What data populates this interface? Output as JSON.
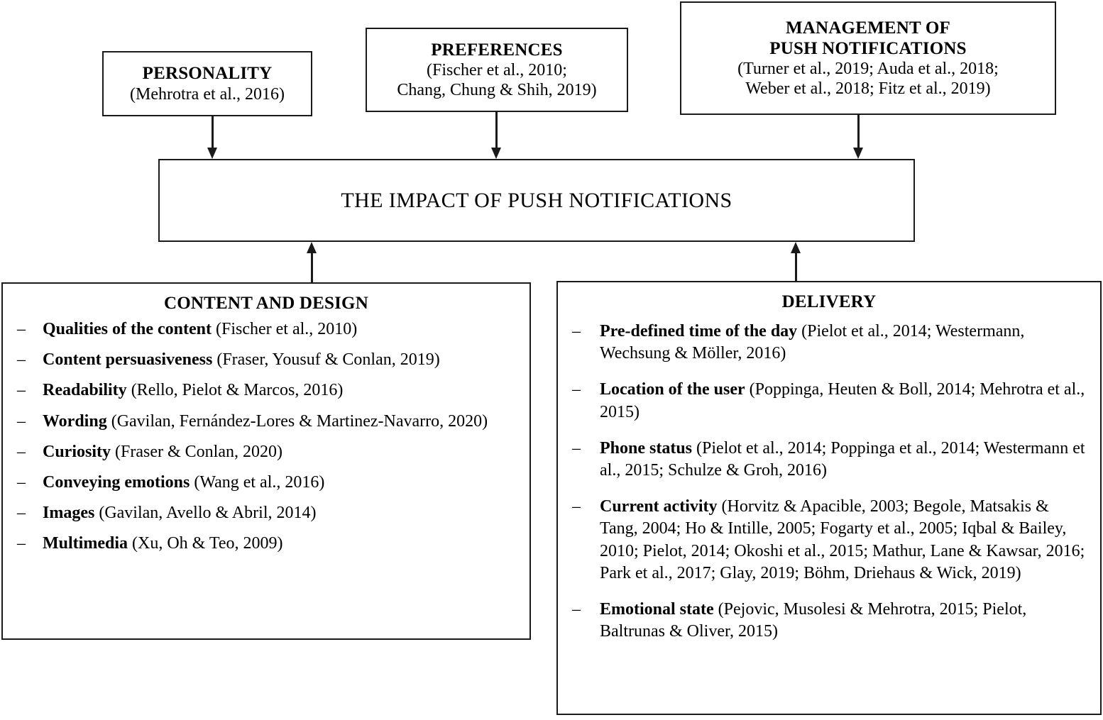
{
  "diagram": {
    "top_boxes": [
      {
        "name": "personality",
        "title": "PERSONALITY",
        "refs": "(Mehrotra et al., 2016)"
      },
      {
        "name": "preferences",
        "title": "PREFERENCES",
        "refs": "(Fischer et al., 2010;\nChang, Chung & Shih, 2019)"
      },
      {
        "name": "management-of-push-notifications",
        "title": "MANAGEMENT OF\nPUSH NOTIFICATIONS",
        "refs": "(Turner et al., 2019; Auda et al., 2018;\nWeber et al., 2018; Fitz et al., 2019)"
      }
    ],
    "center_box": {
      "title": "THE IMPACT OF PUSH NOTIFICATIONS"
    },
    "bottom_boxes": [
      {
        "name": "content-and-design",
        "title": "CONTENT AND DESIGN",
        "bullet": "–",
        "items": [
          {
            "term": "Qualities of the content",
            "refs": "(Fischer et al., 2010)"
          },
          {
            "term": "Content persuasiveness",
            "refs": "(Fraser, Yousuf & Conlan, 2019)"
          },
          {
            "term": "Readability",
            "refs": "(Rello, Pielot & Marcos, 2016)"
          },
          {
            "term": "Wording",
            "refs": "(Gavilan, Fernández-Lores & Martinez-Navarro, 2020)"
          },
          {
            "term": "Curiosity",
            "refs": "(Fraser & Conlan, 2020)"
          },
          {
            "term": "Conveying emotions",
            "refs": "(Wang et al., 2016)"
          },
          {
            "term": "Images",
            "refs": "(Gavilan, Avello & Abril, 2014)"
          },
          {
            "term": "Multimedia",
            "refs": "(Xu, Oh & Teo, 2009)"
          }
        ]
      },
      {
        "name": "delivery",
        "title": "DELIVERY",
        "bullet": "–",
        "items": [
          {
            "term": "Pre-defined time of the day",
            "refs": "(Pielot et al., 2014; Westermann, Wechsung & Möller, 2016)"
          },
          {
            "term": "Location of the user",
            "refs": "(Poppinga, Heuten & Boll, 2014; Mehrotra et al., 2015)"
          },
          {
            "term": "Phone status",
            "refs": "(Pielot et al., 2014; Poppinga et al., 2014; Westermann et al., 2015; Schulze & Groh, 2016)"
          },
          {
            "term": "Current activity",
            "refs": "(Horvitz & Apacible, 2003; Begole, Matsakis & Tang, 2004; Ho & Intille, 2005; Fogarty et al., 2005; Iqbal & Bailey, 2010; Pielot, 2014; Okoshi et al., 2015; Mathur, Lane & Kawsar, 2016; Park et al., 2017; Glay, 2019; Böhm, Driehaus & Wick, 2019)"
          },
          {
            "term": "Emotional state",
            "refs": "(Pejovic, Musolesi & Mehrotra, 2015; Pielot, Baltrunas & Oliver, 2015)"
          }
        ]
      }
    ],
    "arrows": [
      {
        "name": "personality-to-center",
        "direction": "down"
      },
      {
        "name": "preferences-to-center",
        "direction": "down"
      },
      {
        "name": "management-to-center",
        "direction": "down"
      },
      {
        "name": "content-and-design-to-center",
        "direction": "up"
      },
      {
        "name": "delivery-to-center",
        "direction": "up"
      }
    ],
    "colors": {
      "line": "#1a1a1a",
      "background": "#ffffff",
      "text": "#000000"
    }
  }
}
